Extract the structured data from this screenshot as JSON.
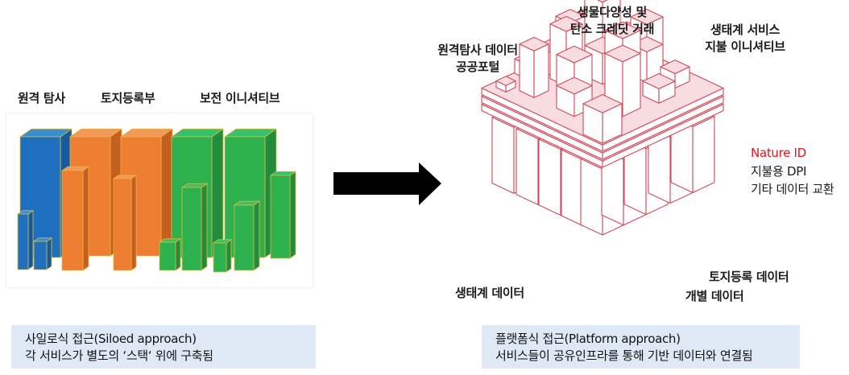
{
  "left": {
    "headers": [
      "원격 탐사",
      "토지등록부",
      "보전 이니셔티브"
    ],
    "caption": {
      "line1": "사일로식 접근(Siloed approach)",
      "line2": "각 서비스가 별도의 ‘스택‘ 위에 구축됨"
    },
    "colors": {
      "blue": "#1f6fbf",
      "orange": "#ed7d31",
      "green": "#2db14f",
      "outline": "#e4b83a"
    }
  },
  "arrow": {
    "icon": "right-arrow-icon",
    "color": "#000000"
  },
  "right": {
    "top_labels": [
      {
        "line1": "원격탐사 데이터",
        "line2": "공공포털"
      },
      {
        "line1": "생물다양성 및",
        "line2": "탄소 크레딧 거래"
      },
      {
        "line1": "생태계 서비스",
        "line2": "지불 이니셔티브"
      }
    ],
    "layer_labels": {
      "nature_id": "Nature ID",
      "dpi": "지불용 DPI",
      "exchange": "기타 데이터 교환"
    },
    "bottom_labels": {
      "eco": "생태계 데이터",
      "land": "토지등록 데이터",
      "individual": "개별 데이터"
    },
    "caption": {
      "line1": "플랫폼식 접근(Platform approach)",
      "line2": "서비스들이 공유인프라를 통해 기반 데이터와 연결됨"
    },
    "colors": {
      "stroke": "#d04a5a",
      "fill_light": "#f7dde0",
      "nature_id": "#e8101a"
    }
  }
}
